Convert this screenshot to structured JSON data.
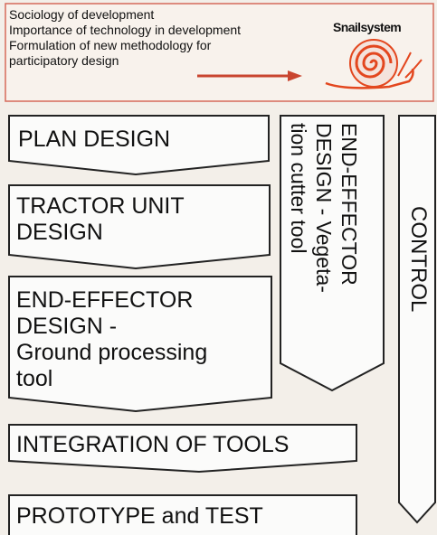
{
  "top": {
    "lines": [
      "Sociology of development",
      "Importance of technology in development",
      "Formulation of new methodology for",
      "participatory design"
    ],
    "snail_label": "Snailsystem"
  },
  "stages": [
    {
      "lines": [
        "PLAN DESIGN"
      ]
    },
    {
      "lines": [
        "TRACTOR UNIT",
        "DESIGN"
      ]
    },
    {
      "lines": [
        "END-EFFECTOR",
        "DESIGN -",
        "Ground processing",
        "tool"
      ]
    },
    {
      "lines": [
        "INTEGRATION OF TOOLS"
      ]
    },
    {
      "lines": [
        "PROTOTYPE and TEST"
      ]
    }
  ],
  "end_effector_vertical": {
    "line1": "END-EFFECTOR",
    "line2": "DESIGN - Vegeta-",
    "line3": "tion cutter tool"
  },
  "control_label": "CONTROL",
  "colors": {
    "accent": "#d04a33",
    "snail": "#e3471f"
  }
}
